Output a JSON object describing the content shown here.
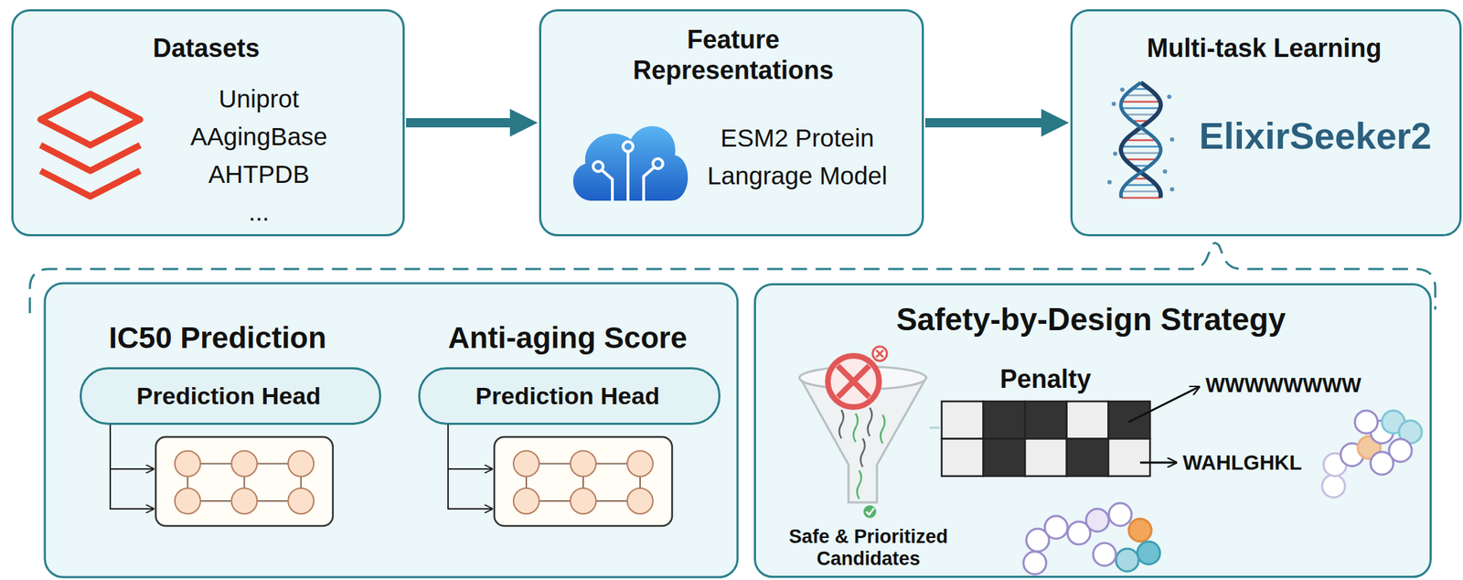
{
  "diagram": {
    "nodes": [
      {
        "text": [
          "Datasets",
          "Uniprot AAgingBase AHTPDB ..."
        ]
      },
      {
        "text": [
          "Feature Representations",
          "ESM2 Protein Langrage Model"
        ]
      },
      {
        "text": [
          "Multi-task Learning",
          "ElixirSeeker2"
        ]
      },
      {
        "text": [
          "IC50 Prediction"
        ]
      },
      {
        "text": [
          "Prediction Head"
        ],
        "in": 3
      },
      {
        "text": [
          "Anti-aging Score"
        ]
      },
      {
        "text": [
          "Prediction Head"
        ],
        "in": 5
      },
      {
        "text": [
          "Safety-by-Design Strategy",
          "Penalty",
          "WWWWWWWW",
          "WAHLGHKL",
          "Safe & Prioritized Candidates"
        ]
      }
    ],
    "edges": [
      {
        "from": 0,
        "to": 1,
        "arrow": "to"
      },
      {
        "from": 1,
        "to": 2,
        "arrow": "to"
      }
    ]
  }
}
